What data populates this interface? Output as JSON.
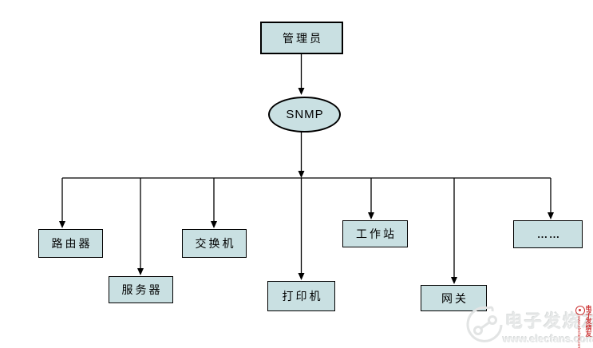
{
  "diagram": {
    "root": {
      "label": "管理员"
    },
    "hub": {
      "label": "SNMP"
    },
    "leaves": [
      {
        "label": "路由器"
      },
      {
        "label": "服务器"
      },
      {
        "label": "交换机"
      },
      {
        "label": "打印机"
      },
      {
        "label": "工作站"
      },
      {
        "label": "网关"
      },
      {
        "label": "……"
      }
    ]
  },
  "watermark": {
    "brand": "电子发烧友",
    "url": "www.elecfans.com"
  },
  "edge_watermark": {
    "brand": "电子发烧友",
    "url": "www.elecfans.com"
  },
  "colors": {
    "node_fill": "#c9e0e2",
    "node_border": "#000000",
    "connector": "#000000",
    "watermark_gray": "#e7e9e9",
    "watermark_red": "#cc3333",
    "background": "#ffffff"
  }
}
